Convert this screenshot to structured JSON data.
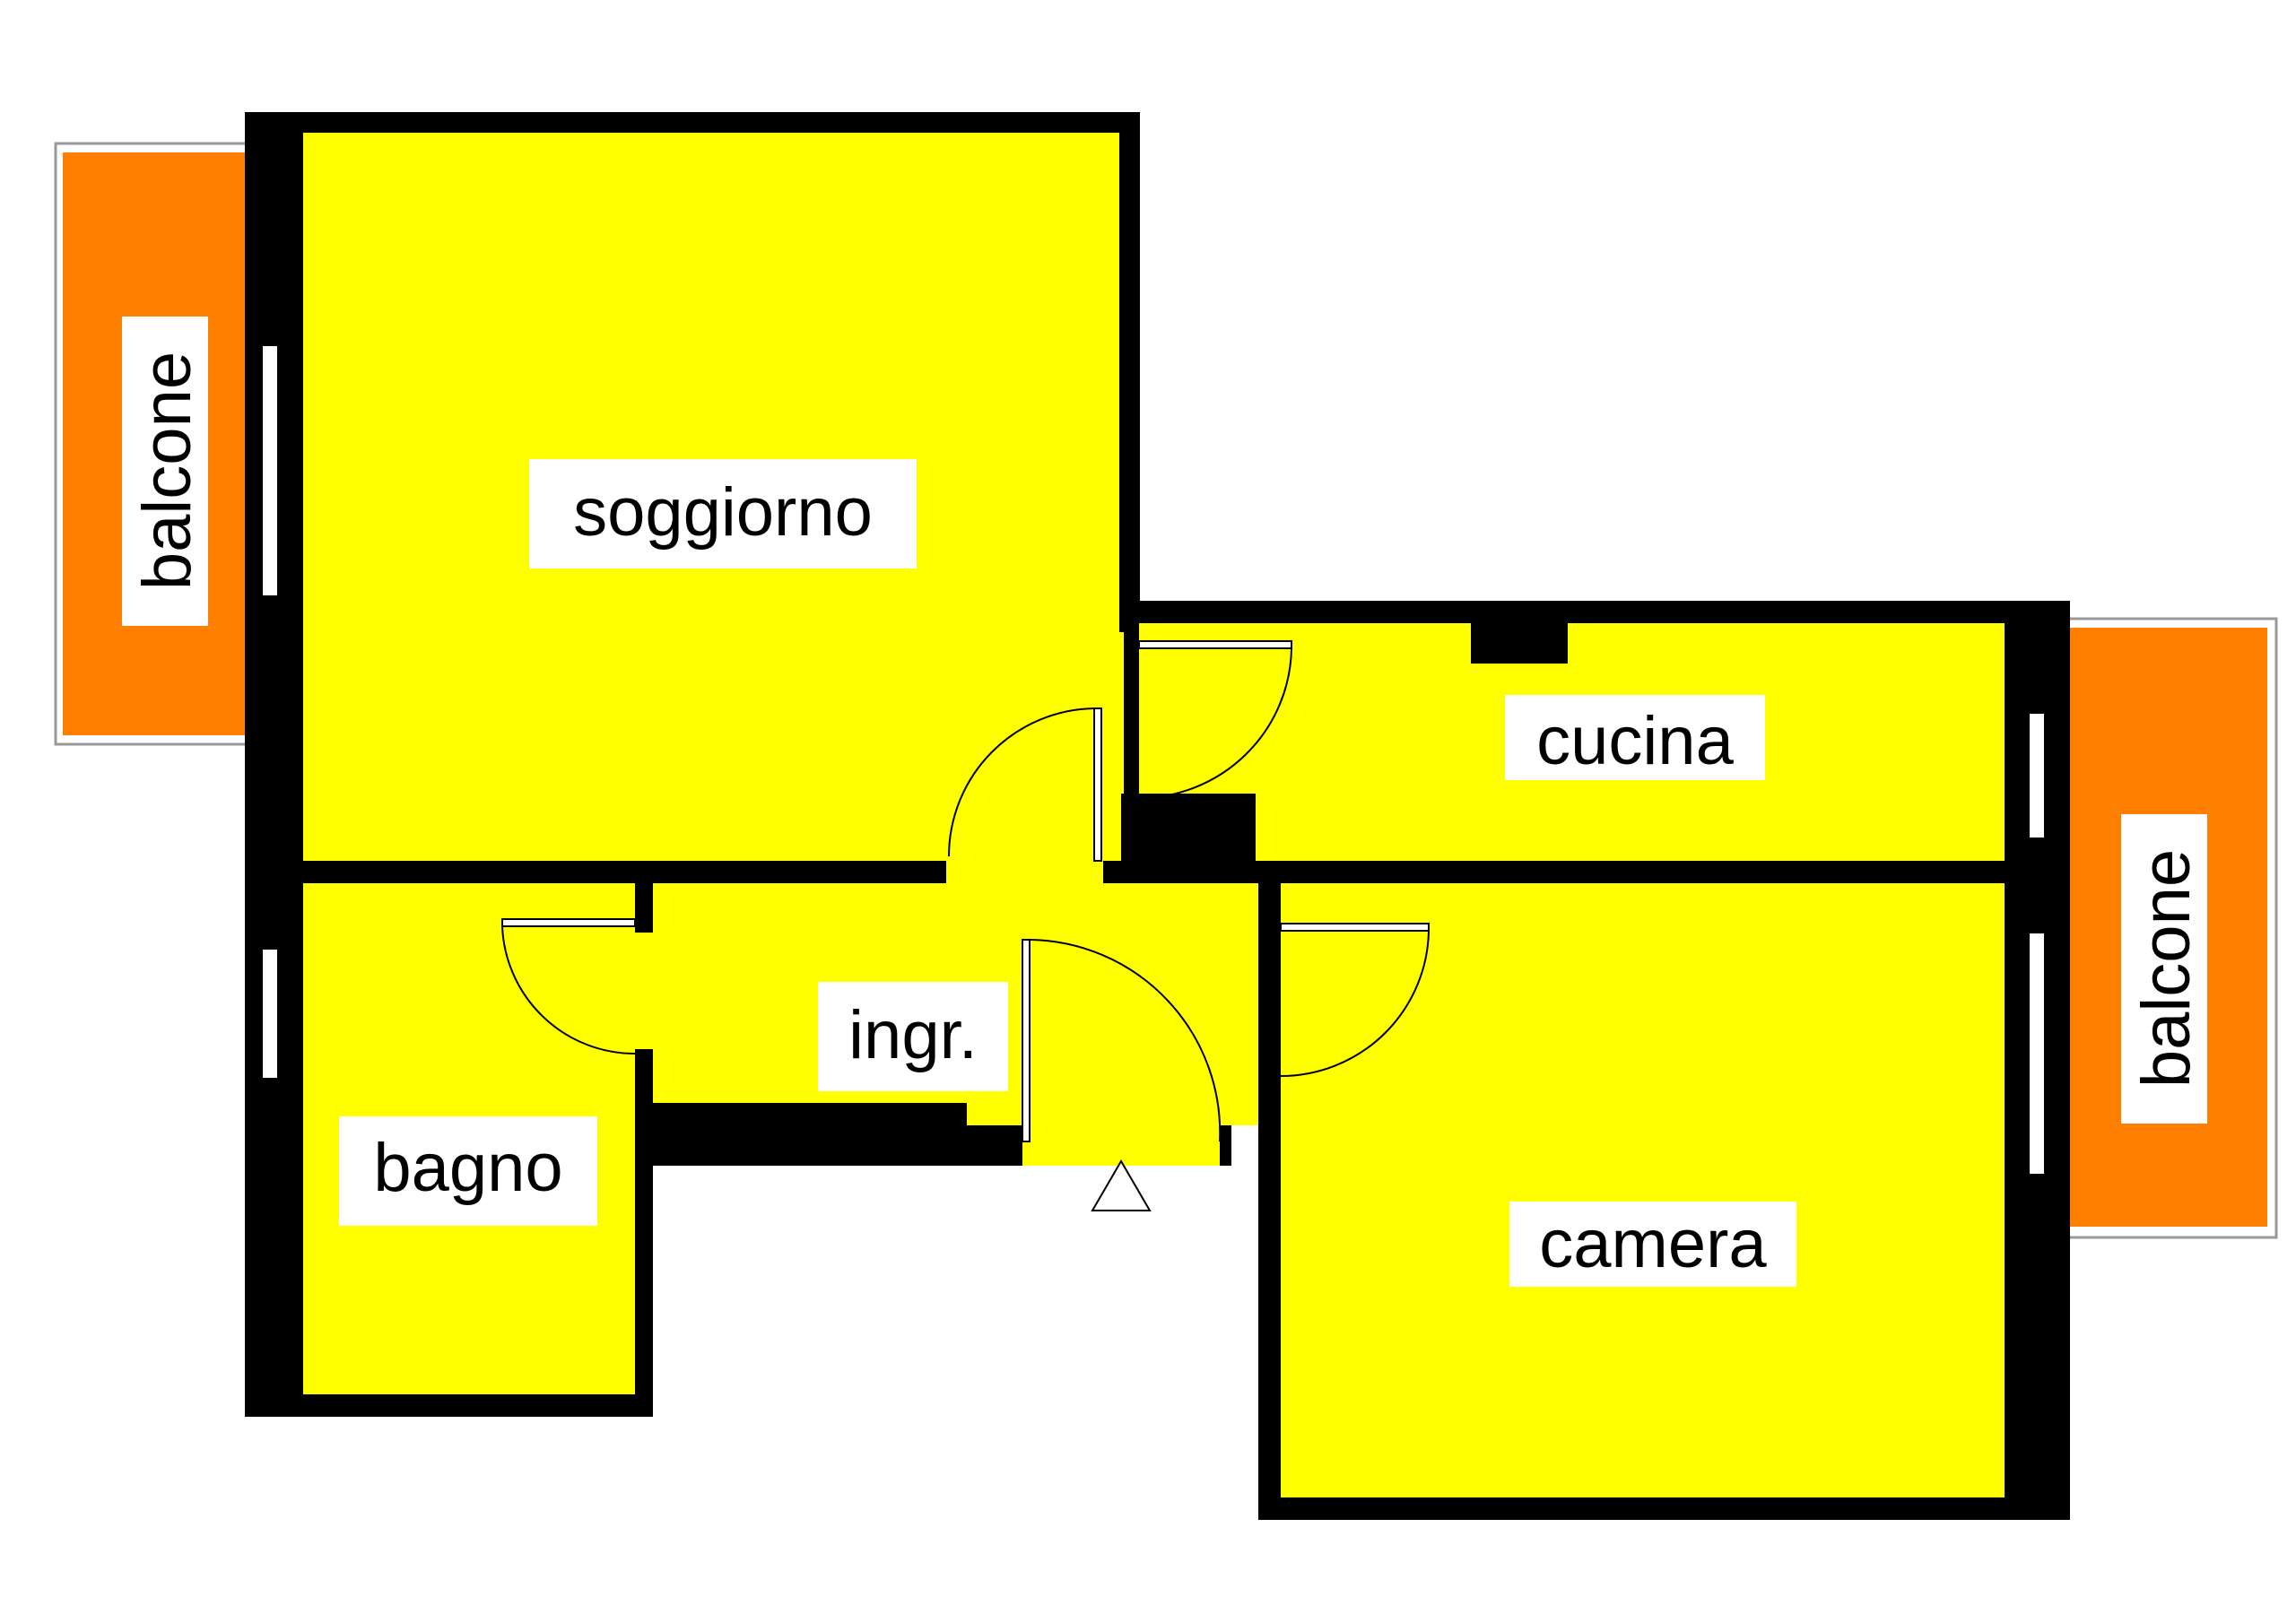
{
  "colors": {
    "room_fill": "#ffff00",
    "balcony_fill": "#ff8000",
    "wall": "#000000",
    "label_bg": "#ffffff"
  },
  "rooms": {
    "soggiorno": "soggiorno",
    "cucina": "cucina",
    "ingresso": "ingr.",
    "bagno": "bagno",
    "camera": "camera"
  },
  "balconies": {
    "left": "balcone",
    "right": "balcone"
  }
}
